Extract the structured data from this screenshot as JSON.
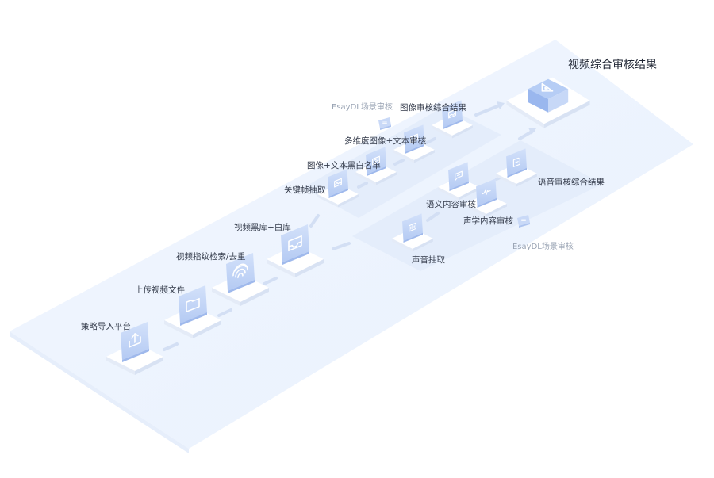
{
  "colors": {
    "platform": "#eef4fd",
    "platform_edge": "#e2ebf9",
    "panel": "#e3ecfa",
    "panel_edge": "#d4e0f4",
    "tile": "#ffffff",
    "tile_side": "#e4ebf7",
    "device": "#c4d6f6",
    "device_dark": "#9fb9ec",
    "glyph": "#ffffff",
    "arrow": "#d3dff4",
    "text": "#333a4a",
    "gray_text": "#9aa4b4"
  },
  "nodes": [
    {
      "id": "policy",
      "label": "策略导入平台",
      "icon": "upload-icon"
    },
    {
      "id": "upload",
      "label": "上传视频文件",
      "icon": "folder-icon"
    },
    {
      "id": "fingerprint",
      "label": "视频指纹检索/去重",
      "icon": "fingerprint-icon"
    },
    {
      "id": "blacklist",
      "label": "视频黑库+白库",
      "icon": "inbox-icon"
    },
    {
      "id": "keyframe",
      "label": "关键帧抽取",
      "icon": "image-stack-icon"
    },
    {
      "id": "img-text-list",
      "label": "图像+文本黑白名单",
      "icon": "list-icon"
    },
    {
      "id": "multi-dim",
      "label": "多维度图像+文本审核",
      "icon": "grid-icon"
    },
    {
      "id": "image-result",
      "label": "图像审核综合结果",
      "icon": "image-icon"
    },
    {
      "id": "easydl-image",
      "label": "EsayDL场景审核",
      "icon": "easydl-icon"
    },
    {
      "id": "audio-extract",
      "label": "声音抽取",
      "icon": "audio-file-icon"
    },
    {
      "id": "semantic",
      "label": "语义内容审核",
      "icon": "speech-icon"
    },
    {
      "id": "acoustic",
      "label": "声学内容审核",
      "icon": "wave-icon"
    },
    {
      "id": "voice-result",
      "label": "语音审核综合结果",
      "icon": "doc-icon"
    },
    {
      "id": "easydl-audio",
      "label": "EsayDL场景审核",
      "icon": "easydl-icon"
    },
    {
      "id": "final",
      "label": "视频综合审核结果",
      "icon": "triangle-ruler-icon"
    }
  ]
}
